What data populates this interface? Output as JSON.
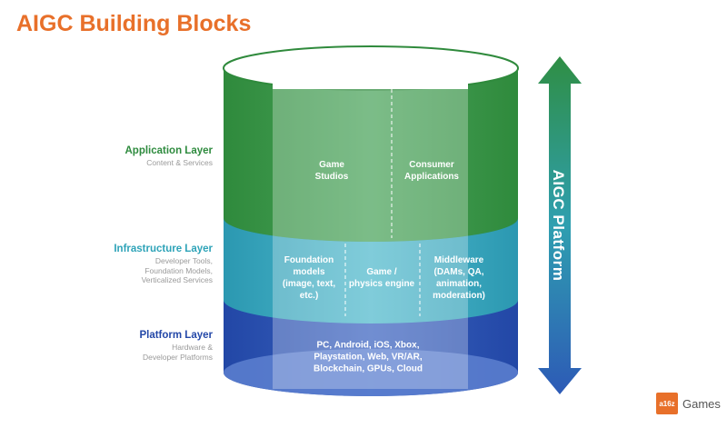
{
  "title": "AIGC Building Blocks",
  "layers": [
    {
      "name": "Application Layer",
      "description": "Content & Services",
      "color": "#2e8b3e"
    },
    {
      "name": "Infrastructure Layer",
      "description": "Developer Tools,\nFoundation Models,\nVerticalized Services",
      "color": "#2ea3b8"
    },
    {
      "name": "Platform Layer",
      "description": "Hardware &\nDeveloper Platforms",
      "color": "#2448a8"
    }
  ],
  "cells": {
    "application": [
      "Game\nStudios",
      "Consumer\nApplications"
    ],
    "infrastructure": [
      "Foundation\nmodels\n(image, text,\netc.)",
      "Game /\nphysics engine",
      "Middleware\n(DAMs, QA,\nanimation,\nmoderation)"
    ],
    "platform": "PC, Android, iOS, Xbox,\nPlaystation, Web, VR/AR,\nBlockchain, GPUs, Cloud"
  },
  "platform_arrow_label": "AIGC Platform",
  "arrow_color": "#2e7ec8",
  "logo": {
    "mark": "a16z",
    "word": "Games"
  },
  "brand_color": "#e8702a"
}
